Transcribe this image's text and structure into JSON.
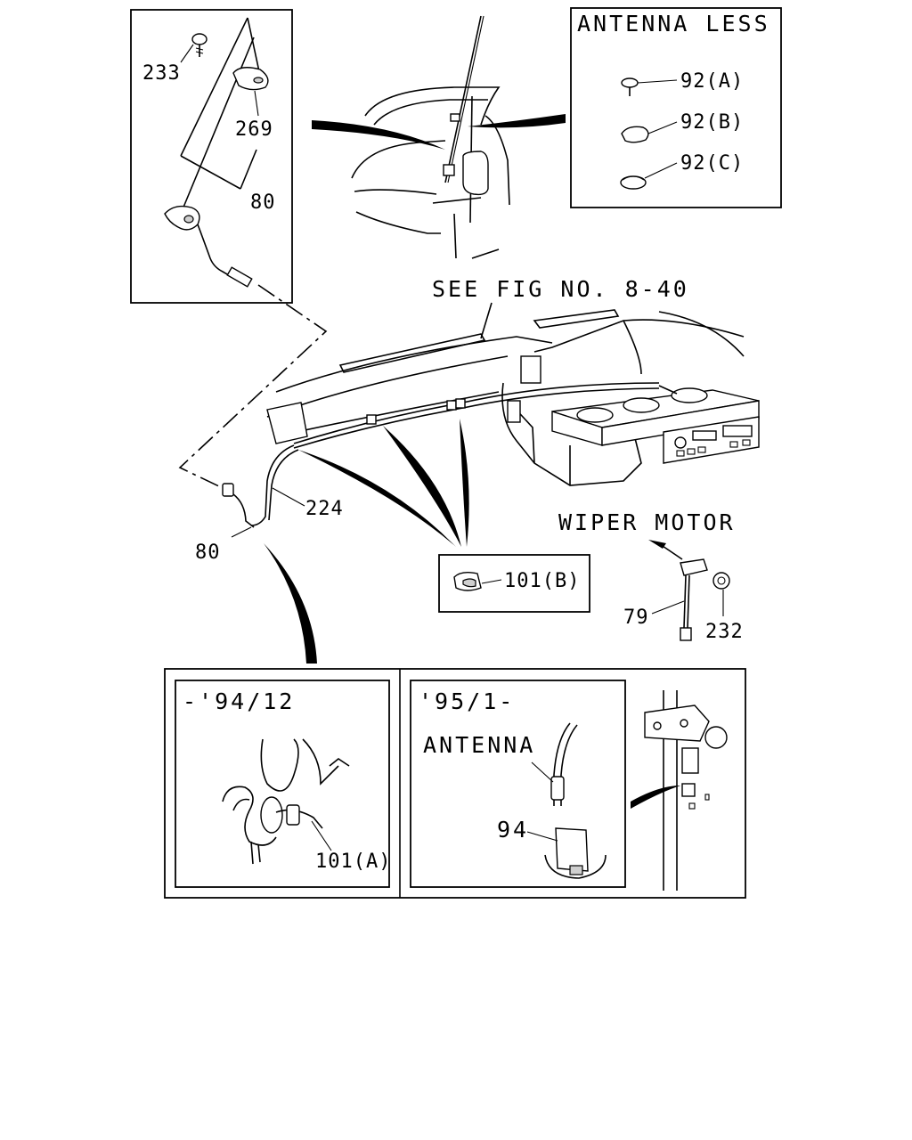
{
  "insets": {
    "antenna_less": {
      "title": "ANTENNA LESS",
      "parts": [
        "92(A)",
        "92(B)",
        "92(C)"
      ]
    },
    "antenna_detail": {
      "parts": [
        "233",
        "269",
        "80"
      ]
    },
    "clip_b": {
      "part": "101(B)"
    },
    "early": {
      "title": "-'94/12",
      "part": "101(A)"
    },
    "late": {
      "title": "'95/1-",
      "sublabel": "ANTENNA",
      "part": "94"
    }
  },
  "main": {
    "see_fig": "SEE FIG NO. 8-40",
    "wiper_motor": "WIPER MOTOR",
    "parts": {
      "cable": "224",
      "antenna": "80",
      "wiper_rod": "79",
      "nut": "232"
    }
  }
}
